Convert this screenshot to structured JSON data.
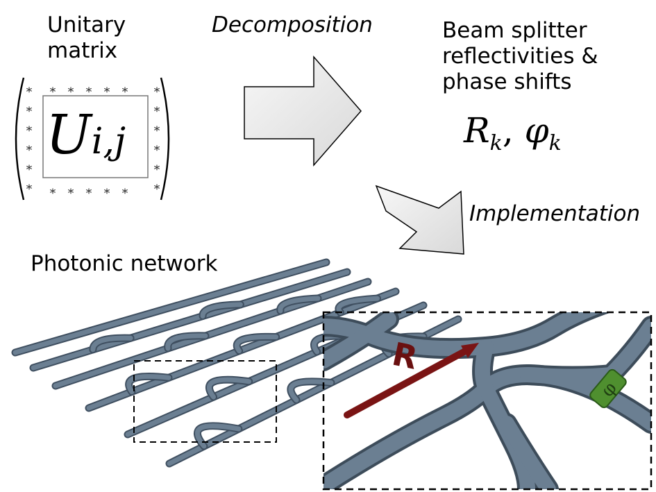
{
  "labels": {
    "unitary": "Unitary\nmatrix",
    "decomposition": "Decomposition",
    "params": "Beam splitter\nreflectivities &\nphase shifts",
    "implementation": "Implementation",
    "network": "Photonic network"
  },
  "math": {
    "matrix_element": "U",
    "matrix_sub": "i,j",
    "star": "*",
    "R": "R",
    "R_sub": "k",
    "comma": ",",
    "phi": "φ",
    "phi_sub": "k"
  },
  "zoom": {
    "R_label": "R",
    "phi_label": "φ"
  },
  "colors": {
    "waveguide": "#6b7f92",
    "waveguide_dark": "#3f4f60",
    "arrow_fill": "#ececec",
    "reflectivity_arrow": "#7a1414",
    "phase_shifter": "#4f8f2f"
  }
}
